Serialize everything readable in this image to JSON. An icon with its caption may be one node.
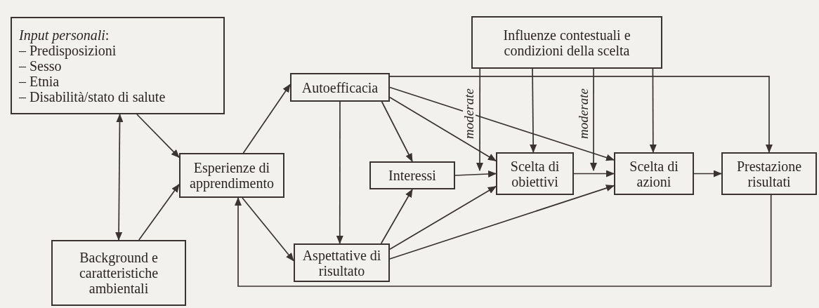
{
  "diagram": {
    "nodes": [
      {
        "text": [
          "*Input personali*:",
          "– Predisposizioni",
          "– Sesso",
          "– Etnia",
          "– Disabilità/stato di salute"
        ]
      },
      {
        "text": [
          "Influenze contestuali e condizioni della scelta"
        ]
      },
      {
        "text": [
          "Autoefficacia"
        ]
      },
      {
        "text": [
          "Esperienze di apprendimento"
        ]
      },
      {
        "text": [
          "Interessi"
        ]
      },
      {
        "text": [
          "Scelta di obiettivi"
        ]
      },
      {
        "text": [
          "Scelta di azioni"
        ]
      },
      {
        "text": [
          "Prestazione risultati"
        ]
      },
      {
        "text": [
          "Aspettative di risultato"
        ]
      },
      {
        "text": [
          "Background e caratteristiche ambientali"
        ]
      }
    ],
    "edges": [
      {
        "from": 0,
        "to": 3,
        "arrow": "to"
      },
      {
        "from": 0,
        "to": 9,
        "arrow": "both"
      },
      {
        "from": 9,
        "to": 3,
        "arrow": "to"
      },
      {
        "from": 3,
        "to": 2,
        "arrow": "to"
      },
      {
        "from": 3,
        "to": 8,
        "arrow": "to"
      },
      {
        "from": 2,
        "to": 8,
        "arrow": "to"
      },
      {
        "from": 2,
        "to": 4,
        "arrow": "to"
      },
      {
        "from": 2,
        "to": 5,
        "arrow": "to"
      },
      {
        "from": 2,
        "to": 6,
        "arrow": "to"
      },
      {
        "from": 2,
        "to": 7,
        "arrow": "to"
      },
      {
        "from": 8,
        "to": 4,
        "arrow": "to"
      },
      {
        "from": 8,
        "to": 5,
        "arrow": "to"
      },
      {
        "from": 8,
        "to": 6,
        "arrow": "to"
      },
      {
        "from": 4,
        "to": 5,
        "arrow": "to"
      },
      {
        "from": 5,
        "to": 6,
        "arrow": "to"
      },
      {
        "from": 6,
        "to": 7,
        "arrow": "to"
      },
      {
        "from": 7,
        "to": 3,
        "arrow": "to"
      },
      {
        "from": 1,
        "to": 5,
        "arrow": "to"
      },
      {
        "from": 1,
        "to": 6,
        "arrow": "to"
      },
      {
        "from": 1,
        "to": 5,
        "arrow": "to",
        "label": "moderate"
      },
      {
        "from": 1,
        "to": 6,
        "arrow": "to",
        "label": "moderate"
      }
    ]
  }
}
